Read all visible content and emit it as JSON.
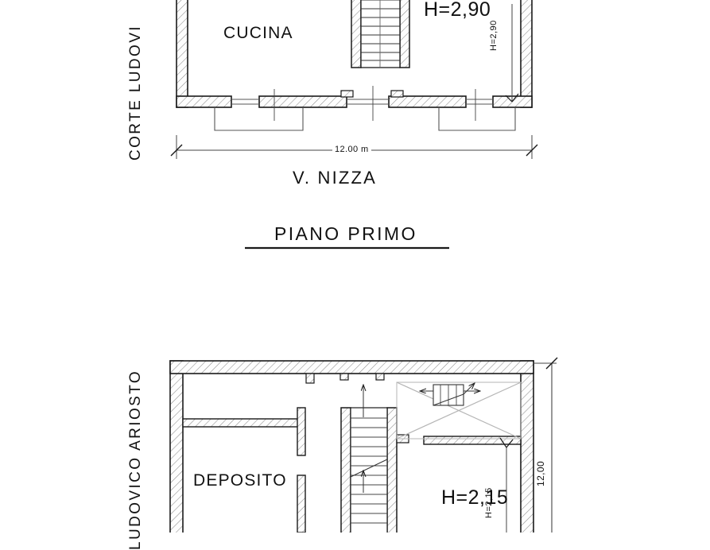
{
  "document": {
    "type": "architectural-floor-plan",
    "background_color": "#ffffff",
    "line_color": "#1a1a1a",
    "hatch_color": "#8a8a8a"
  },
  "upper_plan": {
    "name": "piano-terra-partial",
    "room_label": "CUCINA",
    "height_label": "H=2,90",
    "height_dim_vertical": "H=2,90",
    "street_left": "CORTE LUDOVI",
    "street_bottom": "V. NIZZA",
    "width_dimension": "12.00 m"
  },
  "section_title": {
    "label": "PIANO PRIMO"
  },
  "lower_plan": {
    "name": "piano-primo",
    "room_label": "DEPOSITO",
    "height_label": "H=2,15",
    "height_dim_vertical": "H=2,15",
    "street_left": "LUDOVICO ARIOSTO",
    "depth_dimension": "12,00"
  }
}
